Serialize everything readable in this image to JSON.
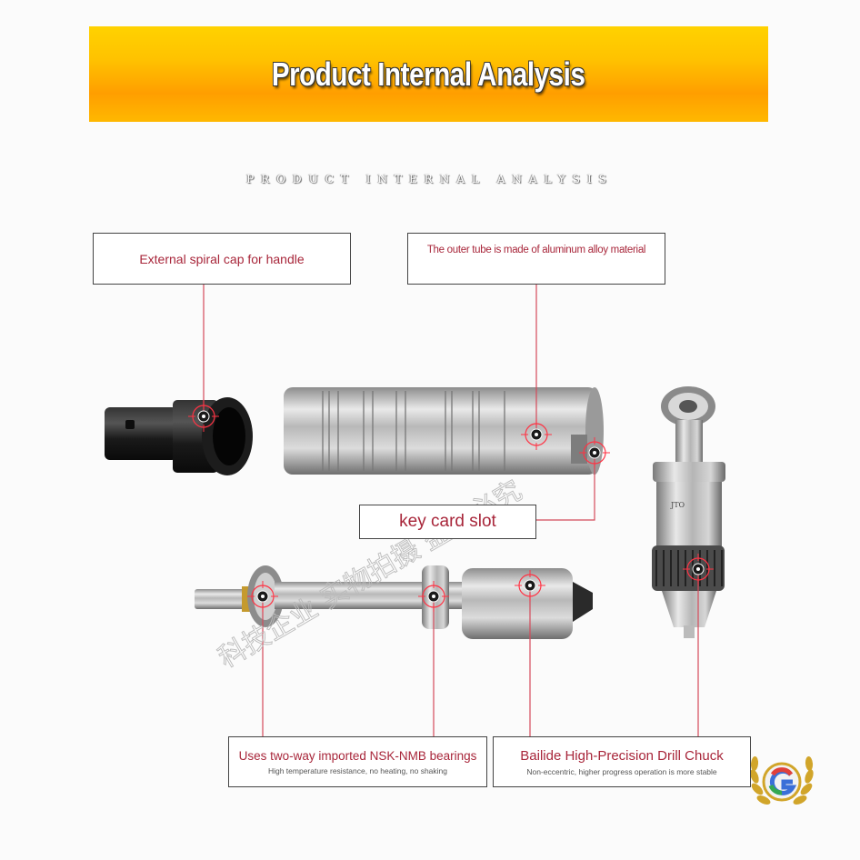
{
  "banner": {
    "title": "Product Internal Analysis"
  },
  "subtitle": "PRODUCT INTERNAL ANALYSIS",
  "callouts": {
    "spiral_cap": "External spiral cap for handle",
    "outer_tube": "The outer tube is made of aluminum alloy material",
    "key_slot": "key card slot",
    "bearings": {
      "title": "Uses two-way imported NSK-NMB bearings",
      "desc": "High temperature resistance, no heating, no shaking"
    },
    "chuck": {
      "title": "Bailide High-Precision Drill Chuck",
      "desc": "Non-eccentric, higher progress operation is more stable"
    }
  },
  "chuck_brand": "JTO",
  "watermark": "科技企业 实物拍摄 盗图必究",
  "colors": {
    "accent": "#a8263a",
    "banner_top": "#ffd200",
    "banner_mid": "#ff9e00",
    "leader": "#d44a5a"
  },
  "logo_icon": "laurel-gear-g-logo"
}
